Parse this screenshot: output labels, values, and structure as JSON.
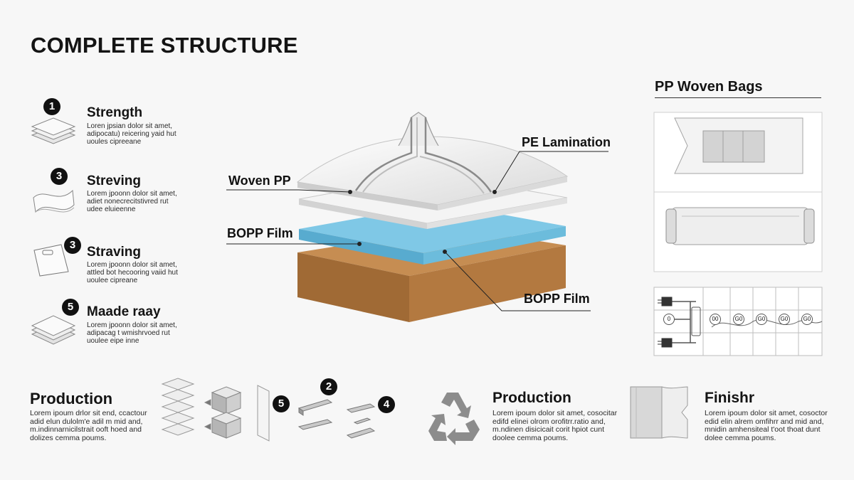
{
  "title": "COMPLETE STRUCTURE",
  "features": [
    {
      "number": "1",
      "heading": "Strength",
      "desc": "Loren jpsian dolor sit amet,\nadipocatu) reicering yaid hut\nuoules cipreeane"
    },
    {
      "number": "3",
      "heading": "Streving",
      "desc": "Lorem jpoonn dolor sit amet,\nadiet nonecrecitstivred rut\nudee eluieenne"
    },
    {
      "number": "3",
      "heading": "Straving",
      "desc": "Lorem jpoonn dolor sit amet,\nattled bot hecooring vaiid hut\nuoulee cipreane"
    },
    {
      "number": "5",
      "heading": "Maade raay",
      "desc": "Lorem jpoonn dolor sit amet,\nadipacag t wmishrvoed rut\nuoulee eipe inne"
    }
  ],
  "callouts": {
    "woven_pp": "Woven PP",
    "pe_lamination": "PE Lamination",
    "bopp_left": "BOPP Film",
    "bopp_right": "BOPP Film"
  },
  "bags_panel": {
    "title": "PP Woven Bags",
    "machine_labels": [
      "0",
      "00",
      "G0",
      "G0",
      "G0",
      "G0"
    ]
  },
  "production_left": {
    "heading": "Production",
    "desc": "Lorem ipoum drlor sit end, ccactour\nadid elun dulolm'e adil m mid and,\nm.indinnarnicilstrait ooft hoed and\ndolizes cemma poums."
  },
  "process_badges": [
    "5",
    "2",
    "4"
  ],
  "production_right": {
    "heading": "Production",
    "desc": "Lorem ipoum dolor sit amet, cosocitar\nedifd elinei olrom orofitrr.ratio and,\nm.ndinen disicicait corit hpiot cunt\ndoolee cemma poums."
  },
  "finish": {
    "heading": "Finishr",
    "desc": "Lorem ipoum dolor sit amet, cosoctor\nedid elin alrem omfihrr and mid and,\nmnidin amhensiteal t'oot thoat dunt\ndolee cemma poums."
  }
}
